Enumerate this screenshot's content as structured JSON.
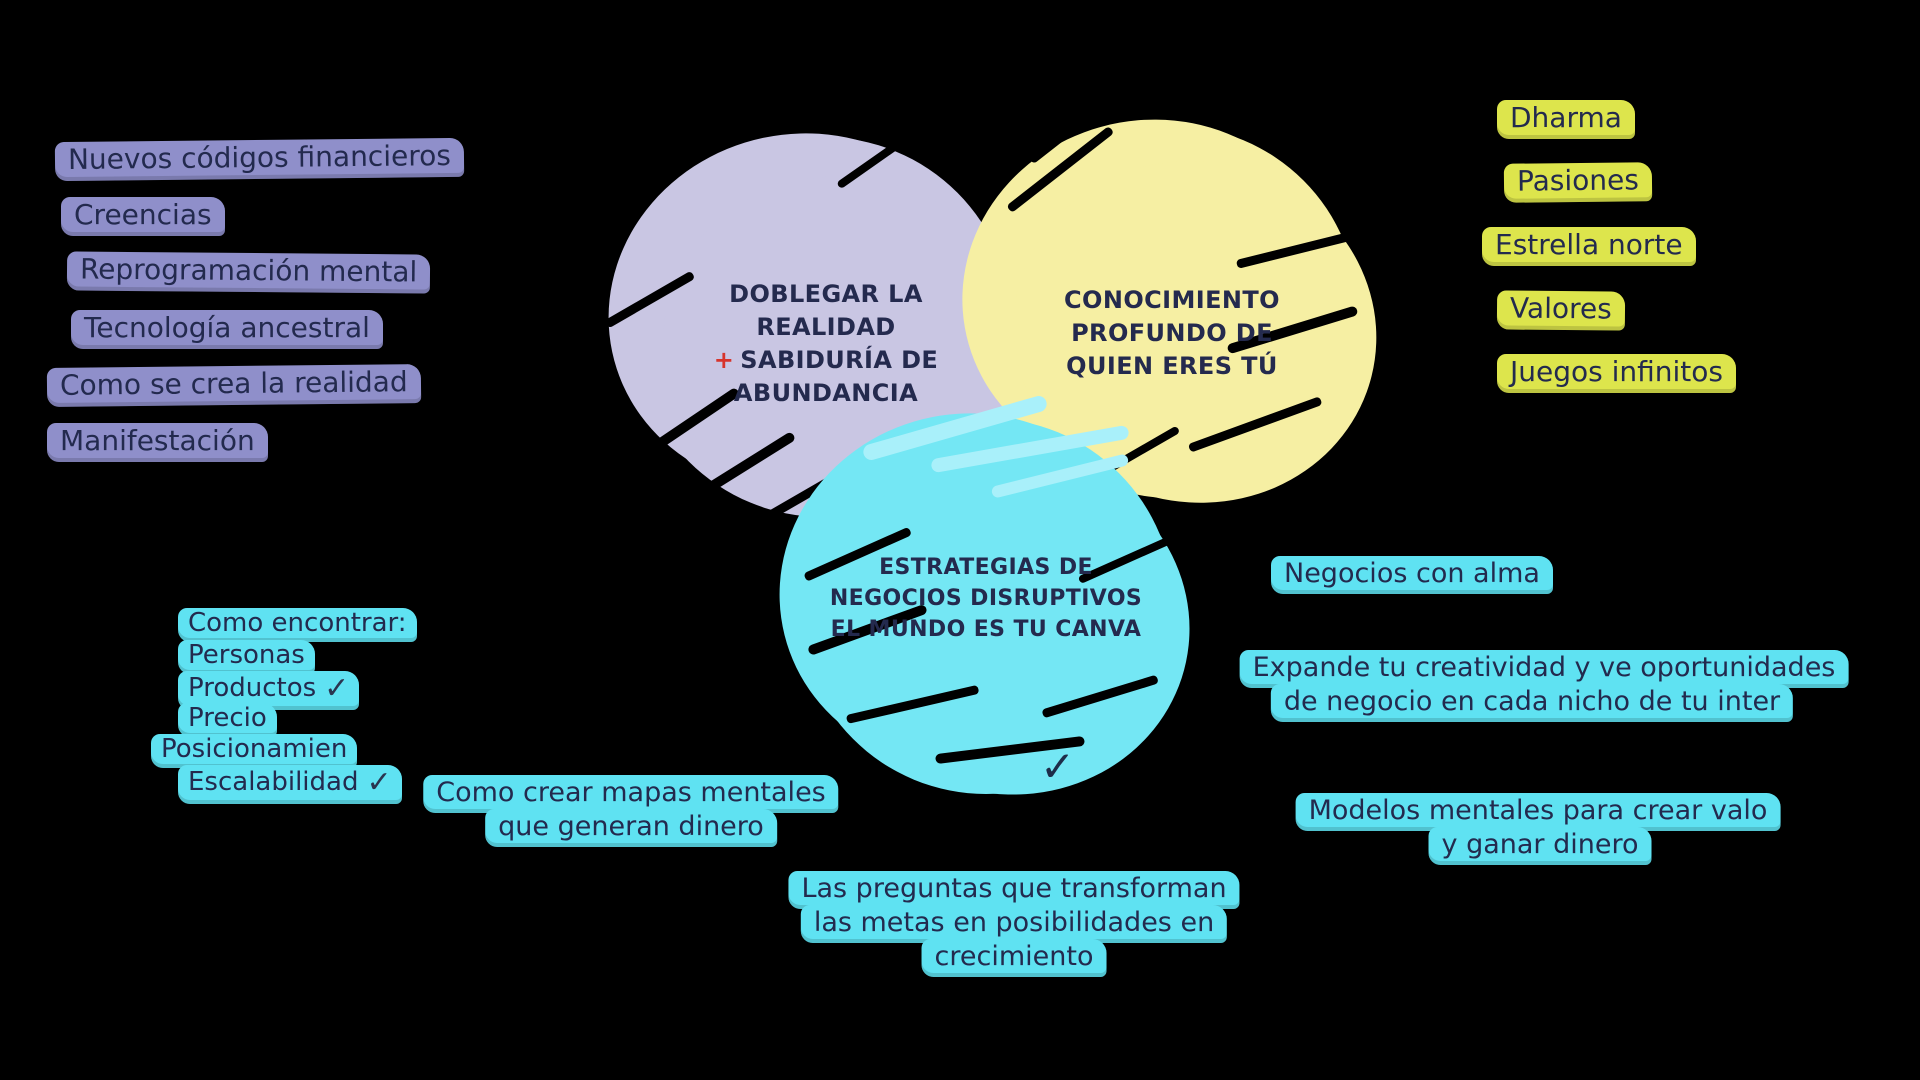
{
  "colors": {
    "background": "#000000",
    "reality_circle": "#c9c6e3",
    "knowledge_circle": "#f6efa3",
    "strategies_circle": "#74e7f4",
    "purple_highlight": "#8f8fca",
    "yellow_highlight": "#dde54c",
    "cyan_highlight": "#5fe2f2",
    "dark_text": "#232a4e",
    "plus_red": "#d7342c"
  },
  "circles": {
    "reality": {
      "plus": "+",
      "lines": [
        "DOBLEGAR LA",
        "REALIDAD",
        "SABIDURÍA DE",
        "ABUNDANCIA"
      ]
    },
    "knowledge": {
      "lines": [
        "CONOCIMIENTO",
        "PROFUNDO DE",
        "QUIEN ERES TÚ"
      ]
    },
    "strategies": {
      "lines": [
        "ESTRATEGIAS DE",
        "NEGOCIOS DISRUPTIVOS",
        "EL MUNDO ES TU CANVA"
      ]
    }
  },
  "left_list": {
    "items": [
      "Nuevos códigos financieros",
      "Creencias",
      "Reprogramación mental",
      "Tecnología ancestral",
      "Como se crea la realidad",
      "Manifestación"
    ]
  },
  "right_list": {
    "items": [
      "Dharma",
      "Pasiones",
      "Estrella norte",
      "Valores",
      "Juegos infinitos"
    ]
  },
  "find_list": {
    "heading": "Como encontrar:",
    "items": [
      "Personas",
      "Productos",
      "Precio",
      "Posicionamien",
      "Escalabilidad"
    ],
    "check": "✓"
  },
  "notes": {
    "negocios": "Negocios con alma",
    "expande": [
      "Expande tu creatividad y ve oportunidades",
      "de negocio en cada nicho de tu inter"
    ],
    "modelos": [
      "Modelos mentales para crear valo",
      "y ganar dinero"
    ],
    "mapas": [
      "Como crear mapas mentales",
      "que generan dinero"
    ],
    "preguntas": [
      "Las preguntas que transforman",
      "las metas en posibilidades en",
      "crecimiento"
    ],
    "check": "✓"
  }
}
